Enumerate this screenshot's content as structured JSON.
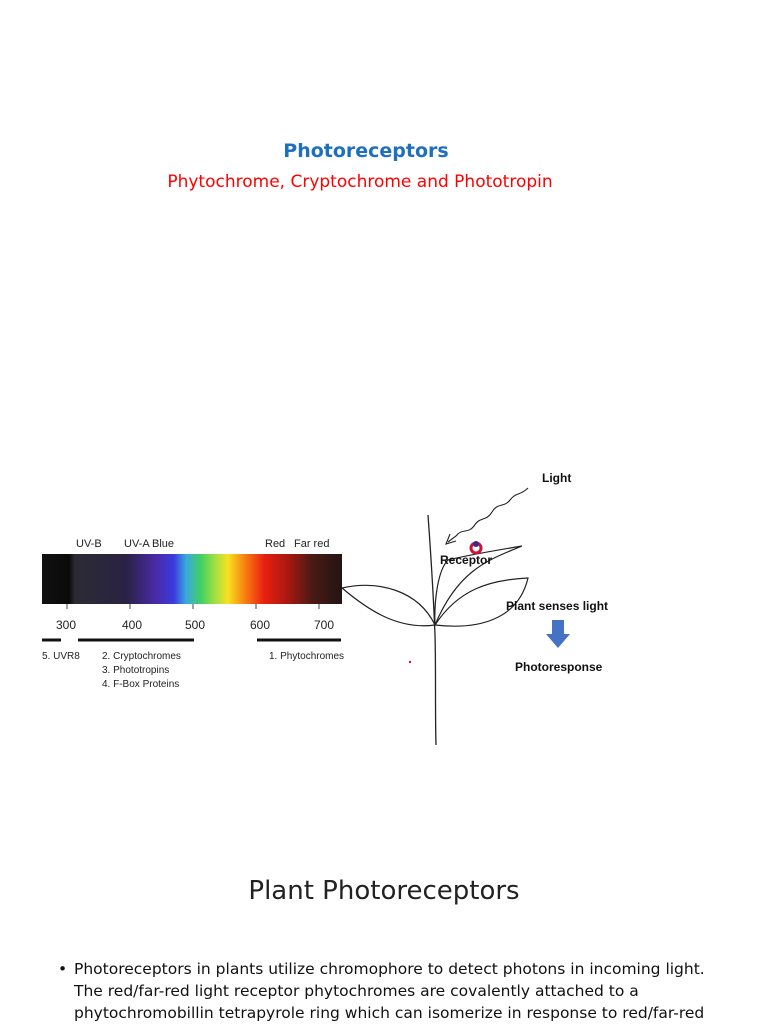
{
  "header": {
    "title": "Photoreceptors",
    "subtitle": "Phytochrome, Cryptochrome and Phototropin"
  },
  "spectrum": {
    "band_labels": [
      "UV-B",
      "UV-A",
      "Blue",
      "Red",
      "Far red"
    ],
    "ticks": [
      "300",
      "400",
      "500",
      "600",
      "700"
    ],
    "groups": {
      "uvr8": "5. UVR8",
      "blue": [
        "2. Cryptochromes",
        "3. Phototropins",
        "4. F-Box Proteins"
      ],
      "red": "1. Phytochromes"
    }
  },
  "plant_diagram": {
    "light": "Light",
    "receptor": "Receptor",
    "senses": "Plant senses light",
    "response": "Photoresponse",
    "colors": {
      "arrow": "#4472c4",
      "receptor_ring": "#d0103a",
      "receptor_dot": "#3b2a8a"
    }
  },
  "section": {
    "title": "Plant Photoreceptors",
    "bullet_marker": "•",
    "bullet_text": "Photoreceptors in plants utilize chromophore to detect photons in incoming light. The red/far-red light receptor phytochromes are covalently attached to a phytochromobillin tetrapyrole ring which can isomerize in response to red/far-red"
  }
}
